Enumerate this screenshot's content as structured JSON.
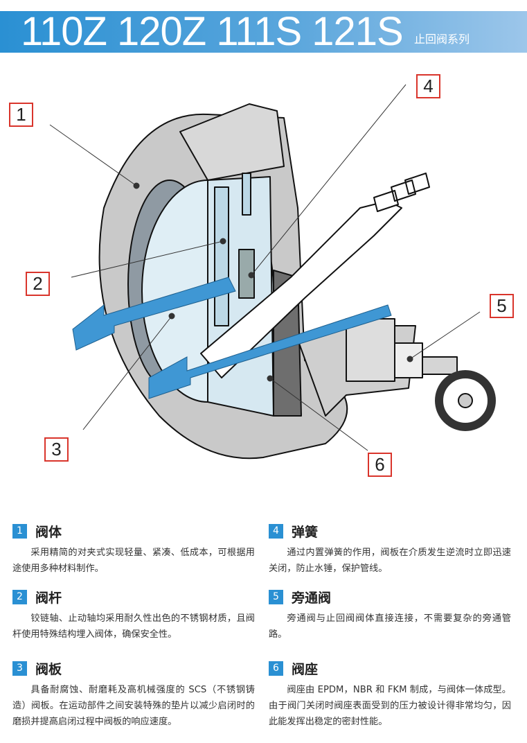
{
  "header": {
    "title": "110Z 120Z 111S 121S",
    "subtitle": "止回阀系列"
  },
  "callouts": [
    "1",
    "2",
    "3",
    "4",
    "5",
    "6"
  ],
  "sections": [
    {
      "num": "1",
      "title": "阀体",
      "text": "采用精简的对夹式实现轻量、紧凑、低成本，可根据用途使用多种材料制作。"
    },
    {
      "num": "2",
      "title": "阀杆",
      "text": "铰链轴、止动轴均采用耐久性出色的不锈钢材质，且阀杆使用特殊结构埋入阀体，确保安全性。"
    },
    {
      "num": "3",
      "title": "阀板",
      "text": "具备耐腐蚀、耐磨耗及高机械强度的 SCS（不锈钢铸造）阀板。在运动部件之间安装特殊的垫片以减少启闭时的磨损并提高启闭过程中阀板的响应速度。"
    },
    {
      "num": "4",
      "title": "弹簧",
      "text": "通过内置弹簧的作用，阀板在介质发生逆流时立即迅速关闭，防止水锤，保护管线。"
    },
    {
      "num": "5",
      "title": "旁通阀",
      "text": "旁通阀与止回阀阀体直接连接，不需要复杂的旁通管路。"
    },
    {
      "num": "6",
      "title": "阀座",
      "text": "阀座由 EPDM，NBR 和 FKM 制成，与阀体一体成型。由于阀门关闭时阀座表面受到的压力被设计得非常均匀，因此能发挥出稳定的密封性能。"
    }
  ],
  "colors": {
    "accent": "#2a90d3",
    "callout_border": "#d9342b"
  }
}
